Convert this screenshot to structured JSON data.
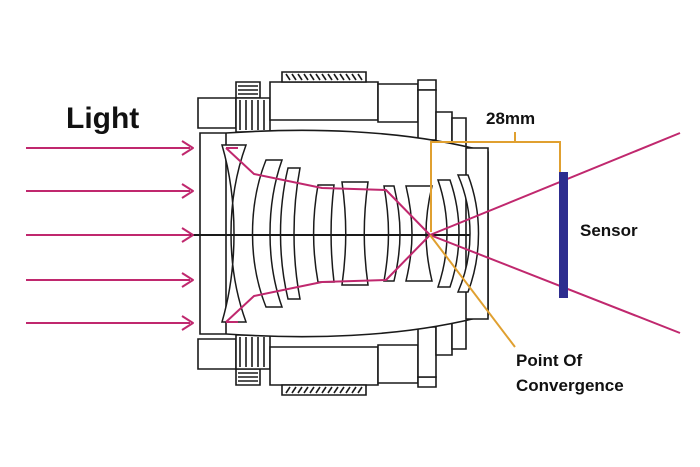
{
  "labels": {
    "light": "Light",
    "distance": "28mm",
    "sensor": "Sensor",
    "convergence_line1": "Point Of",
    "convergence_line2": "Convergence"
  },
  "colors": {
    "ray": "#c0286e",
    "dimension": "#e0a030",
    "sensor": "#2d2d8f",
    "outline": "#1a1a1a"
  },
  "icons": {
    "arrow": "arrow-right-icon"
  }
}
